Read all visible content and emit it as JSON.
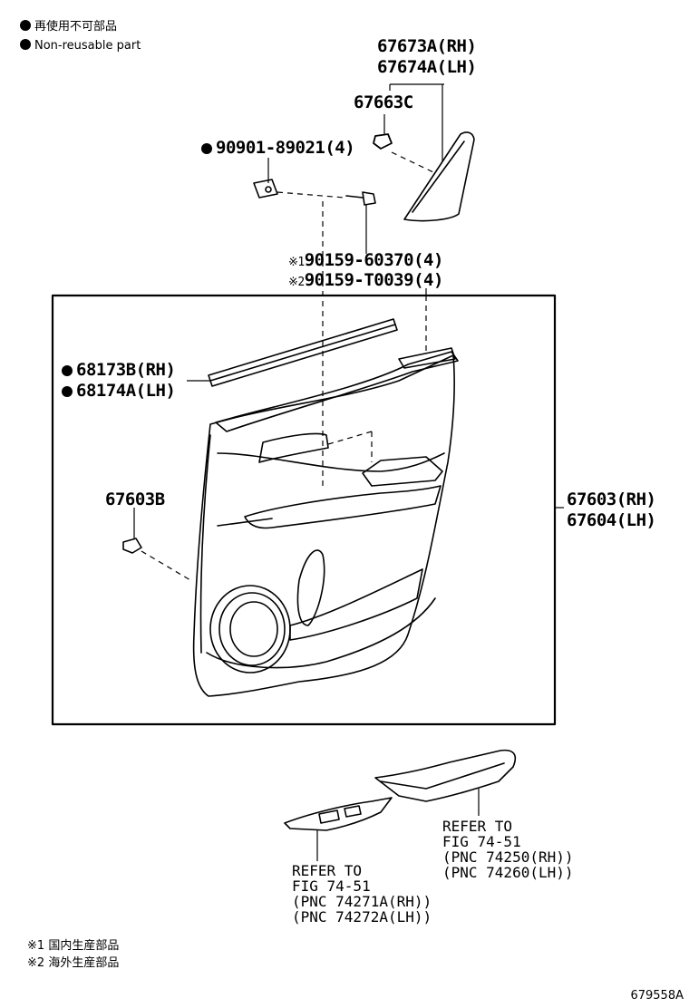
{
  "legend": {
    "jp_label": "再使用不可部品",
    "en_label": "Non-reusable part",
    "note1_mark": "※1",
    "note1_text": "国内生産部品",
    "note2_mark": "※2",
    "note2_text": "海外生産部品"
  },
  "parts": {
    "trim_rh": "67673A(RH)",
    "trim_lh": "67674A(LH)",
    "clip_c": "67663C",
    "clip_90901": "90901-89021(4)",
    "screw_mark1": "※1",
    "screw_1": "90159-60370(4)",
    "screw_mark2": "※2",
    "screw_2": "90159-T0039(4)",
    "weather_rh": "68173B(RH)",
    "weather_lh": "68174A(LH)",
    "clip_b": "67603B",
    "panel_rh": "67603(RH)",
    "panel_lh": "67604(LH)"
  },
  "refs": {
    "right": [
      "REFER TO",
      "FIG 74-51",
      "(PNC 74250(RH))",
      "(PNC 74260(LH))"
    ],
    "left": [
      "REFER TO",
      "FIG 74-51",
      "(PNC 74271A(RH))",
      "(PNC 74272A(LH))"
    ]
  },
  "figure_id": "679558A"
}
